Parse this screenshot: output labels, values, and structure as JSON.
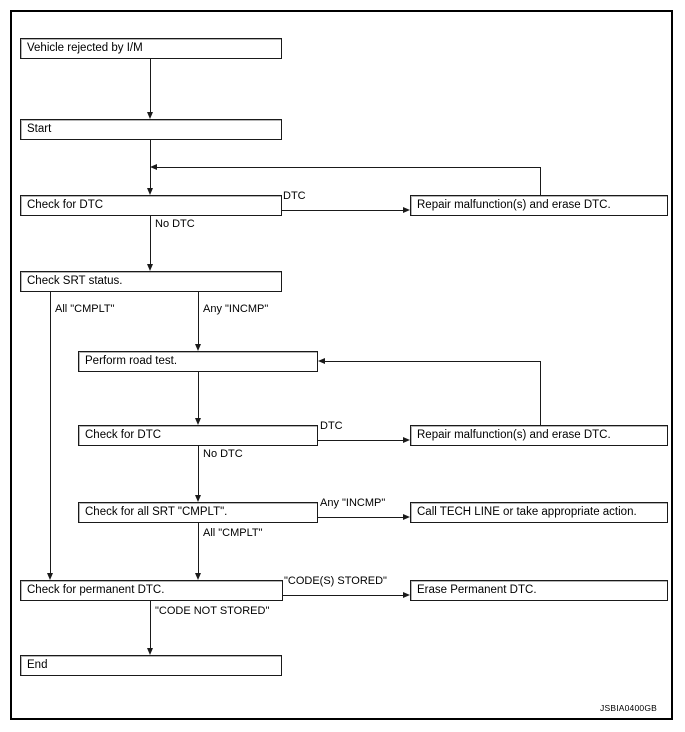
{
  "figure": {
    "id_code": "JSBIA0400GB",
    "type": "flowchart",
    "title": ""
  },
  "nodes": [
    {
      "key": "vehicle_rejected",
      "label": "Vehicle rejected by I/M"
    },
    {
      "key": "start",
      "label": "Start"
    },
    {
      "key": "check_dtc_1",
      "label": "Check for DTC"
    },
    {
      "key": "repair_1",
      "label": "Repair malfunction(s) and erase DTC."
    },
    {
      "key": "check_srt_status",
      "label": "Check SRT status."
    },
    {
      "key": "perform_road_test",
      "label": "Perform road test."
    },
    {
      "key": "check_dtc_2",
      "label": "Check for DTC"
    },
    {
      "key": "repair_2",
      "label": "Repair malfunction(s) and erase DTC."
    },
    {
      "key": "check_all_srt_cmplt",
      "label": "Check for all SRT \"CMPLT\"."
    },
    {
      "key": "call_tech_line",
      "label": "Call TECH LINE or take appropriate action."
    },
    {
      "key": "check_permanent_dtc",
      "label": "Check for permanent DTC."
    },
    {
      "key": "erase_permanent_dtc",
      "label": "Erase Permanent DTC."
    },
    {
      "key": "end",
      "label": "End"
    }
  ],
  "edge_labels": {
    "dtc_1": "DTC",
    "no_dtc_1": "No DTC",
    "all_cmplt_1": "All \"CMPLT\"",
    "any_incmp_1": "Any \"INCMP\"",
    "dtc_2": "DTC",
    "no_dtc_2": "No DTC",
    "any_incmp_2": "Any \"INCMP\"",
    "all_cmplt_2": "All \"CMPLT\"",
    "codes_stored": "\"CODE(S) STORED\"",
    "code_not_stored": "\"CODE NOT STORED\""
  }
}
